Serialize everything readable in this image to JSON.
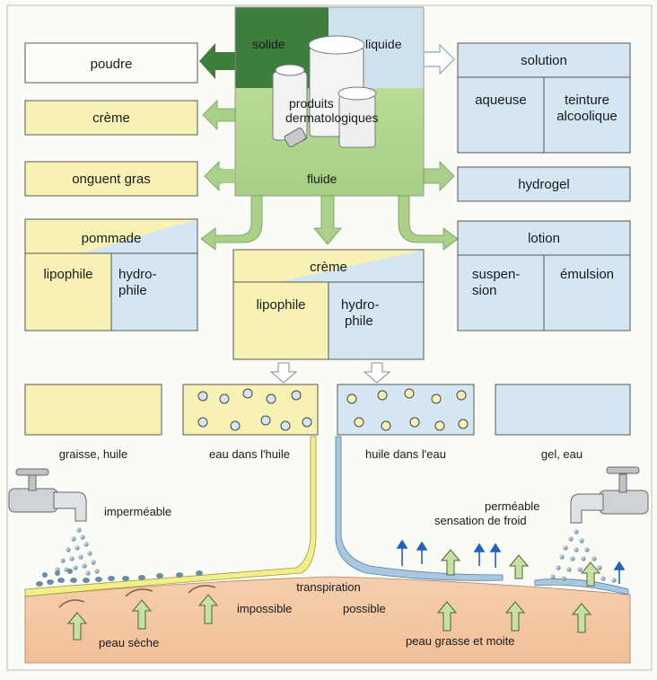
{
  "center": {
    "solid": "solide",
    "liquid": "liquide",
    "products_line1": "produits",
    "products_line2": "dermatologiques",
    "fluid": "fluide"
  },
  "left_boxes": {
    "powder": "poudre",
    "cream": "crème",
    "greasy_ointment": "onguent gras"
  },
  "pommade": {
    "title": "pommade",
    "lipophile": "lipophile",
    "hydrophile_1": "hydro-",
    "hydrophile_2": "phile"
  },
  "right_boxes": {
    "solution_title": "solution",
    "aqueous": "aqueuse",
    "tincture_1": "teinture",
    "tincture_2": "alcoolique",
    "hydrogel": "hydrogel"
  },
  "lotion": {
    "title": "lotion",
    "suspension_1": "suspen-",
    "suspension_2": "sion",
    "emulsion": "émulsion"
  },
  "center_cream": {
    "title": "crème",
    "lipophile": "lipophile",
    "hydrophile_1": "hydro-",
    "hydrophile_2": "phile"
  },
  "samples": {
    "fat": "graisse, huile",
    "water_in_oil": "eau dans l'huile",
    "oil_in_water": "huile dans l'eau",
    "gel": "gel, eau"
  },
  "skin": {
    "impermeable": "imperméable",
    "permeable": "perméable",
    "cold": "sensation de froid",
    "transpiration": "transpiration",
    "impossible": "impossible",
    "possible": "possible",
    "dry_skin": "peau sèche",
    "oily_skin": "peau grasse et moite"
  },
  "colors": {
    "yellow": "#f8f3b4",
    "blue": "#d4e6f1",
    "green_dark": "#3d7e3d",
    "green_light": "#aad089",
    "skin": "#f4c9a6"
  }
}
